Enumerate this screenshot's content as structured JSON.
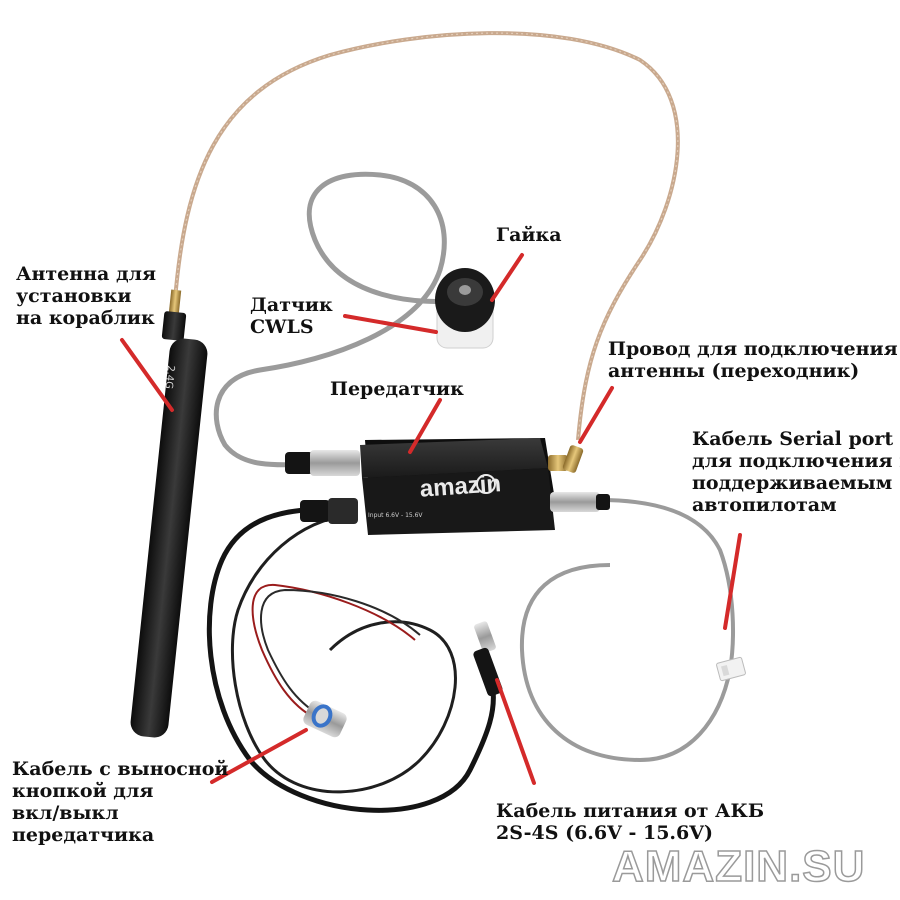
{
  "labels": {
    "nut": "Гайка",
    "sensor": [
      "Датчик",
      "CWLS"
    ],
    "antenna": [
      "Антенна для",
      "установки",
      "на кораблик"
    ],
    "transmitter": "Передатчик",
    "adapter": [
      "Провод для подключения",
      "антенны (переходник)"
    ],
    "serial": [
      "Кабель Serial port",
      "для подключения к",
      "поддерживаемым",
      "автопилотам"
    ],
    "button": [
      "Кабель с выносной",
      "кнопкой для",
      "вкл/выкл",
      "передатчика"
    ],
    "power": [
      "Кабель питания от АКБ",
      "2S-4S (6.6V - 15.6V)"
    ]
  },
  "device": {
    "logo": "amazin",
    "input_label": "Input 6.6V - 15.6V",
    "antenna_mark": "2.4G"
  },
  "watermark": "AMAZIN.SU",
  "colors": {
    "pointer": "#d42a2a",
    "box": "#1c1c1c",
    "gray_cable": "#9b9b9b",
    "antenna_cable": "#c9a98e",
    "black_cable": "#141414",
    "red_wire": "#9a1c1c",
    "brass": "#c8a050"
  }
}
